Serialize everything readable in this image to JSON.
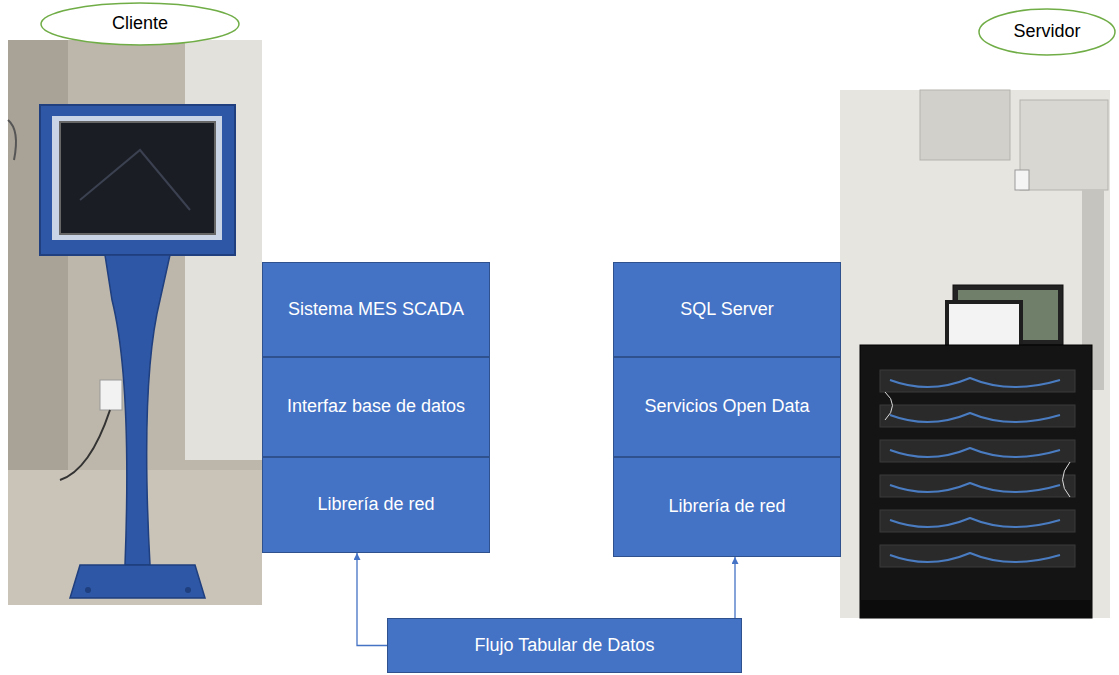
{
  "diagram": {
    "nodes": [
      {
        "text": [
          "Cliente"
        ]
      },
      {
        "text": [
          "Servidor"
        ]
      },
      {
        "text": [
          "Sistema MES SCADA"
        ]
      },
      {
        "text": [
          "Interfaz base de datos"
        ]
      },
      {
        "text": [
          "Librería de red"
        ]
      },
      {
        "text": [
          "SQL Server"
        ]
      },
      {
        "text": [
          "Servicios Open Data"
        ]
      },
      {
        "text": [
          "Librería de red"
        ]
      },
      {
        "text": [
          "Flujo Tabular de Datos"
        ]
      }
    ],
    "edges": [
      {
        "from": 8,
        "to": 4,
        "arrow": "to"
      },
      {
        "from": 8,
        "to": 7,
        "arrow": "to"
      }
    ]
  }
}
